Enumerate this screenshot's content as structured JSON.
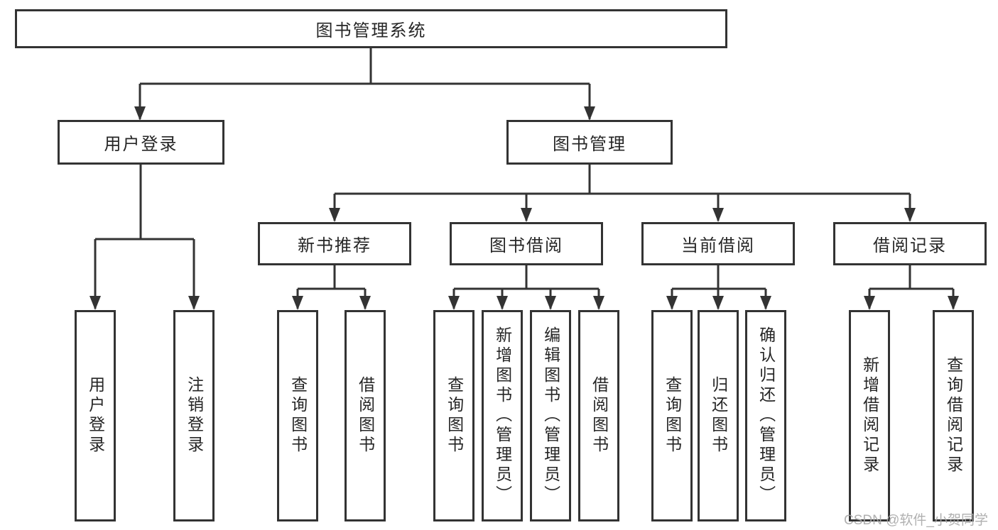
{
  "diagram": {
    "root": {
      "label": "图书管理系统"
    },
    "level2": [
      {
        "label": "用户登录"
      },
      {
        "label": "图书管理"
      }
    ],
    "level3": [
      {
        "label": "新书推荐"
      },
      {
        "label": "图书借阅"
      },
      {
        "label": "当前借阅"
      },
      {
        "label": "借阅记录"
      }
    ],
    "leaves": [
      {
        "label": "用户登录"
      },
      {
        "label": "注销登录"
      },
      {
        "label": "查询图书"
      },
      {
        "label": "借阅图书"
      },
      {
        "label": "查询图书"
      },
      {
        "label": "新增图书（管理员）"
      },
      {
        "label": "编辑图书（管理员）"
      },
      {
        "label": "借阅图书"
      },
      {
        "label": "查询图书"
      },
      {
        "label": "归还图书"
      },
      {
        "label": "确认归还（管理员）"
      },
      {
        "label": "新增借阅记录"
      },
      {
        "label": "查询借阅记录"
      }
    ]
  },
  "watermark": {
    "text": "CSDN @软件_小贺同学"
  },
  "colors": {
    "line": "#333333",
    "box_border": "#333333",
    "text": "#262626",
    "watermark": "#a8a8a8",
    "background": "#ffffff"
  }
}
